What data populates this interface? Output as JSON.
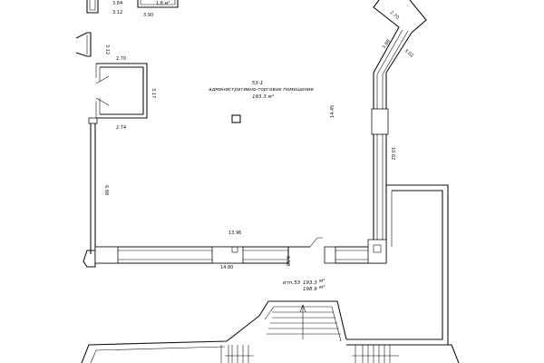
{
  "room": {
    "number": "53-1",
    "purpose": "административно-торговое помещение",
    "area": "193.3 м²"
  },
  "summary": {
    "label": "итп.53",
    "area_main": "193.3",
    "area_main_unit": "м²",
    "area_total": "198.9",
    "area_total_unit": "м²"
  },
  "dimensions": {
    "top_a": "3.84",
    "top_b": "3.90",
    "top_c": "1.8 м²",
    "top_d": "3.12",
    "left_upper": "3.12",
    "shaft_top": "2.70",
    "shaft_side": "3.17",
    "shaft_bottom": "2.74",
    "left_wall": "6.98",
    "inner_mid": "13.96",
    "bottom_wall": "14.80",
    "door_small": "0.98",
    "right_height": "14.45",
    "right_lower": "10.62",
    "angled_top": "2.70",
    "angled_mid": "3.88",
    "angled_right": "3.02"
  }
}
